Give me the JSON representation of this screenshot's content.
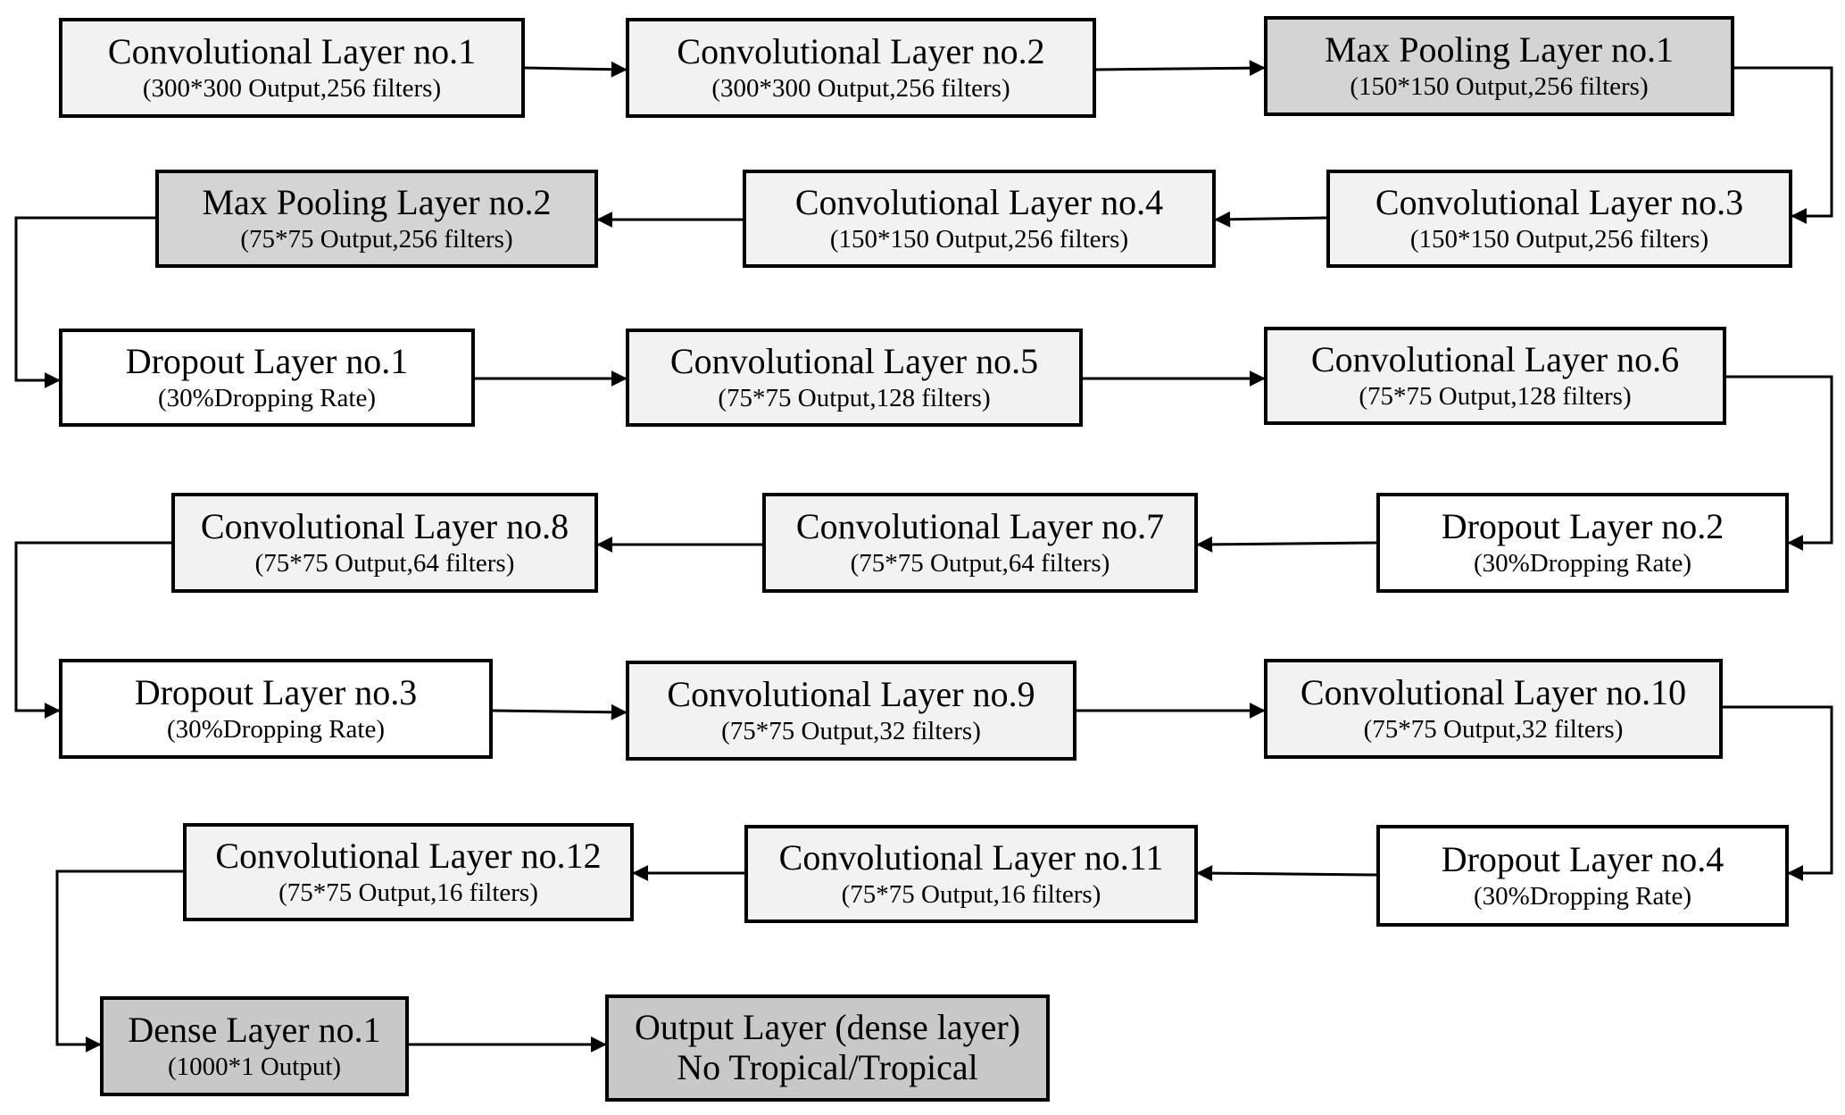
{
  "nodes": [
    {
      "id": "n1",
      "title": "Convolutional Layer no.1",
      "sub": "(300*300 Output,256 filters)",
      "kind": "conv"
    },
    {
      "id": "n2",
      "title": "Convolutional Layer no.2",
      "sub": "(300*300 Output,256 filters)",
      "kind": "conv"
    },
    {
      "id": "n3",
      "title": "Max Pooling Layer no.1",
      "sub": "(150*150 Output,256 filters)",
      "kind": "pool"
    },
    {
      "id": "n4",
      "title": "Convolutional Layer no.3",
      "sub": "(150*150 Output,256 filters)",
      "kind": "conv"
    },
    {
      "id": "n5",
      "title": "Convolutional Layer no.4",
      "sub": "(150*150 Output,256 filters)",
      "kind": "conv"
    },
    {
      "id": "n6",
      "title": "Max Pooling Layer no.2",
      "sub": "(75*75 Output,256 filters)",
      "kind": "pool"
    },
    {
      "id": "n7",
      "title": "Dropout Layer no.1",
      "sub": "(30%Dropping Rate)",
      "kind": "drop"
    },
    {
      "id": "n8",
      "title": "Convolutional Layer no.5",
      "sub": "(75*75 Output,128 filters)",
      "kind": "conv"
    },
    {
      "id": "n9",
      "title": "Convolutional Layer no.6",
      "sub": "(75*75 Output,128 filters)",
      "kind": "conv"
    },
    {
      "id": "n10",
      "title": "Dropout Layer no.2",
      "sub": "(30%Dropping Rate)",
      "kind": "drop"
    },
    {
      "id": "n11",
      "title": "Convolutional Layer no.7",
      "sub": "(75*75 Output,64 filters)",
      "kind": "conv"
    },
    {
      "id": "n12",
      "title": "Convolutional Layer no.8",
      "sub": "(75*75 Output,64 filters)",
      "kind": "conv"
    },
    {
      "id": "n13",
      "title": "Dropout Layer no.3",
      "sub": "(30%Dropping Rate)",
      "kind": "drop"
    },
    {
      "id": "n14",
      "title": "Convolutional Layer no.9",
      "sub": "(75*75 Output,32 filters)",
      "kind": "conv"
    },
    {
      "id": "n15",
      "title": "Convolutional Layer no.10",
      "sub": "(75*75 Output,32 filters)",
      "kind": "conv"
    },
    {
      "id": "n16",
      "title": "Dropout Layer no.4",
      "sub": "(30%Dropping Rate)",
      "kind": "drop"
    },
    {
      "id": "n17",
      "title": "Convolutional Layer no.11",
      "sub": "(75*75 Output,16 filters)",
      "kind": "conv"
    },
    {
      "id": "n18",
      "title": "Convolutional Layer no.12",
      "sub": "(75*75 Output,16 filters)",
      "kind": "conv"
    },
    {
      "id": "n19",
      "title": "Dense Layer no.1",
      "sub": "(1000*1 Output)",
      "kind": "dense"
    },
    {
      "id": "n20",
      "title": "Output Layer (dense layer)",
      "sub": "No Tropical/Tropical",
      "kind": "out"
    }
  ],
  "edges": [
    [
      "n1",
      "n2"
    ],
    [
      "n2",
      "n3"
    ],
    [
      "n3",
      "n4"
    ],
    [
      "n4",
      "n5"
    ],
    [
      "n5",
      "n6"
    ],
    [
      "n6",
      "n7"
    ],
    [
      "n7",
      "n8"
    ],
    [
      "n8",
      "n9"
    ],
    [
      "n9",
      "n10"
    ],
    [
      "n10",
      "n11"
    ],
    [
      "n11",
      "n12"
    ],
    [
      "n12",
      "n13"
    ],
    [
      "n13",
      "n14"
    ],
    [
      "n14",
      "n15"
    ],
    [
      "n15",
      "n16"
    ],
    [
      "n16",
      "n17"
    ],
    [
      "n17",
      "n18"
    ],
    [
      "n18",
      "n19"
    ],
    [
      "n19",
      "n20"
    ]
  ]
}
